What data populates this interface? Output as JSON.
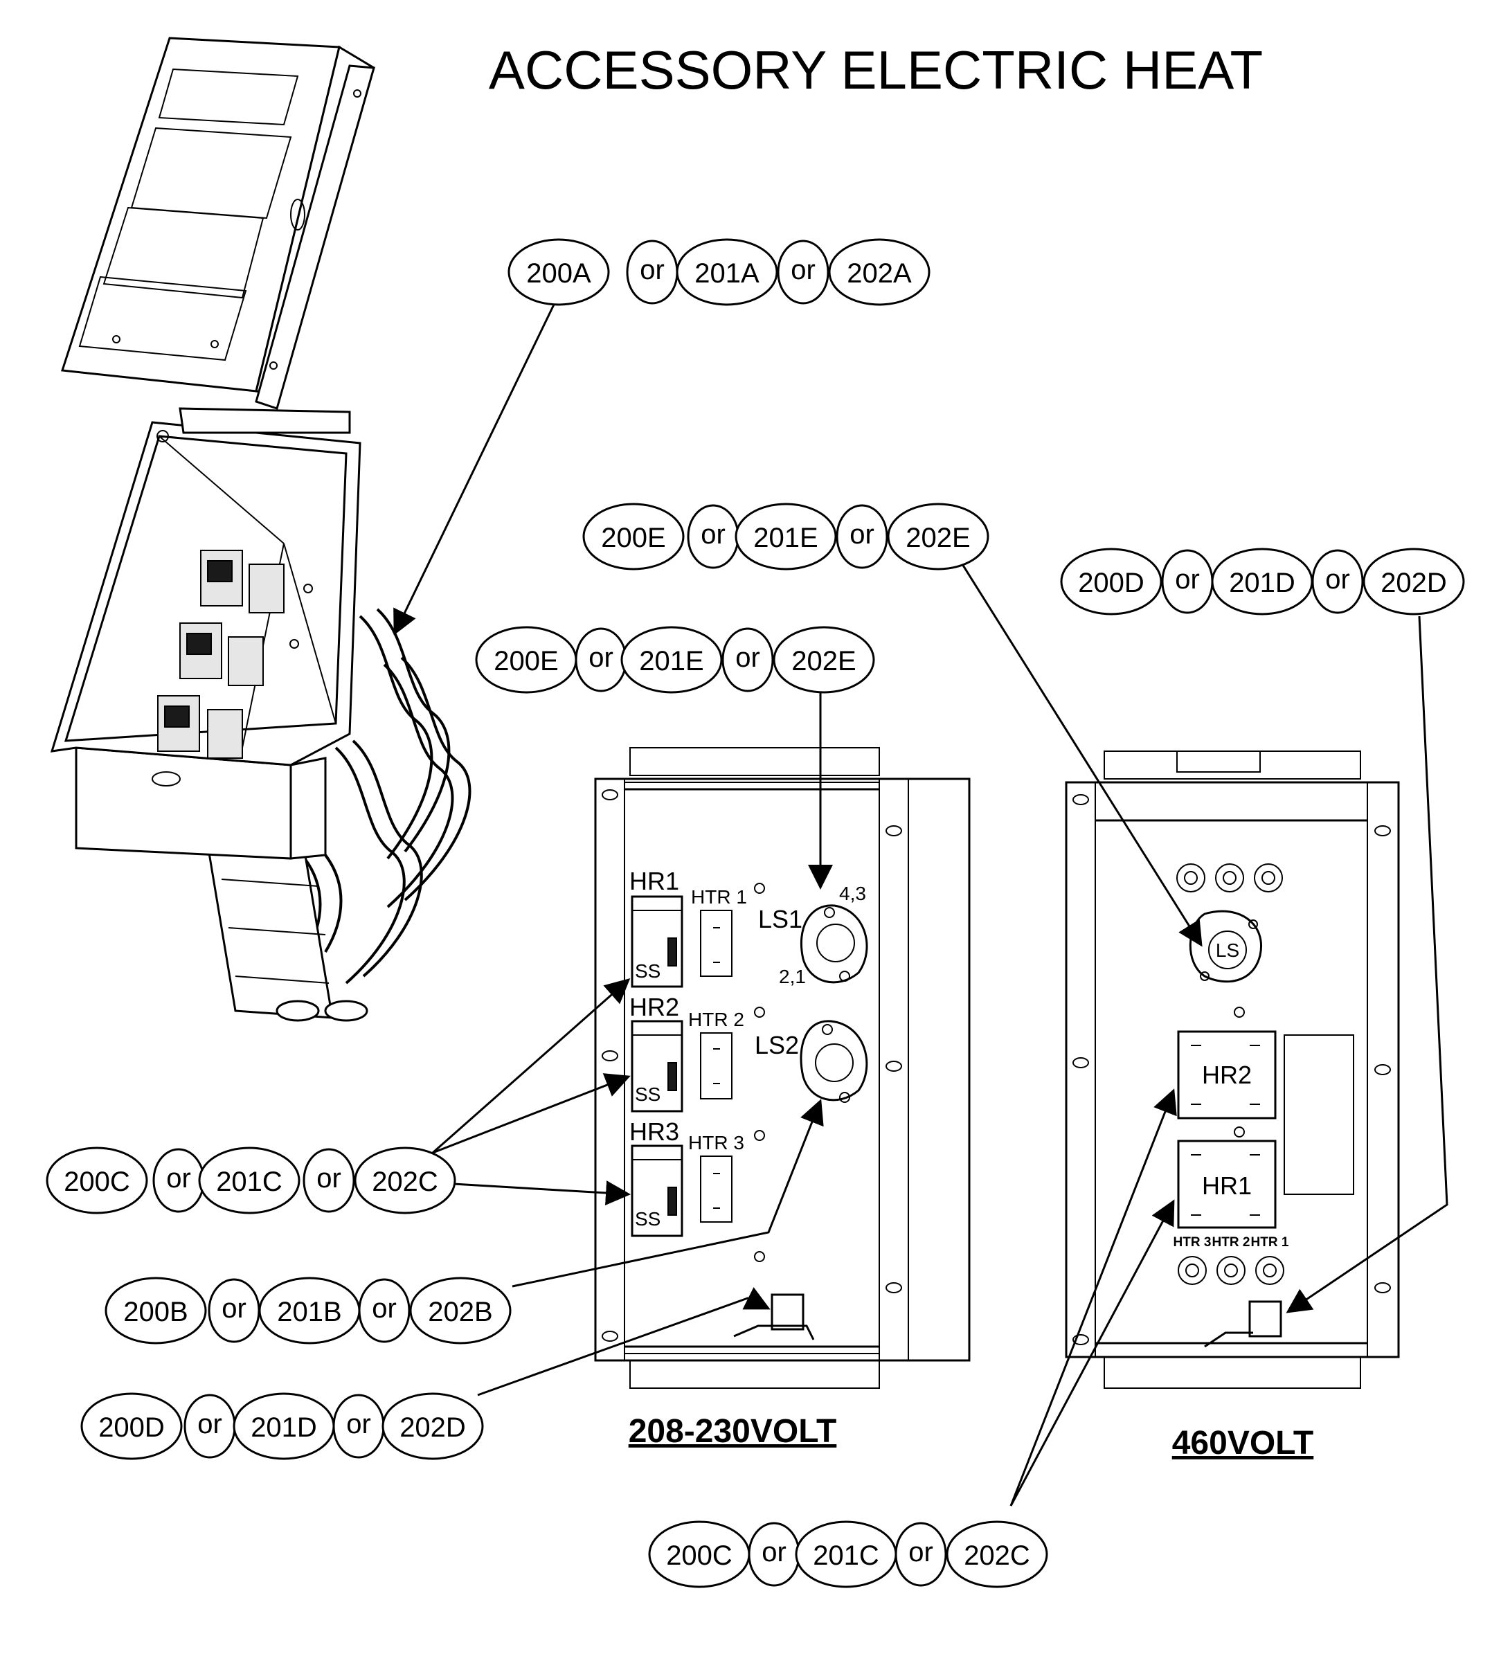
{
  "title": "ACCESSORY ELECTRIC HEAT",
  "connector": "or",
  "callouts": {
    "a_top": [
      "200A",
      "201A",
      "202A"
    ],
    "e_upper": [
      "200E",
      "201E",
      "202E"
    ],
    "e_lower": [
      "200E",
      "201E",
      "202E"
    ],
    "d_right": [
      "200D",
      "201D",
      "202D"
    ],
    "c_left": [
      "200C",
      "201C",
      "202C"
    ],
    "b_left": [
      "200B",
      "201B",
      "202B"
    ],
    "d_left": [
      "200D",
      "201D",
      "202D"
    ],
    "c_bottom": [
      "200C",
      "201C",
      "202C"
    ]
  },
  "panel_208": {
    "caption": "208-230VOLT",
    "relays": [
      "HR1",
      "HR2",
      "HR3"
    ],
    "heaters": [
      "HTR 1",
      "HTR 2",
      "HTR 3"
    ],
    "limit_switches": [
      "LS1",
      "LS2"
    ],
    "terminal_top": "4,3",
    "terminal_bottom": "2,1"
  },
  "panel_460": {
    "caption": "460VOLT",
    "limit_switch": "LS",
    "relays": [
      "HR2",
      "HR1"
    ],
    "heaters": [
      "HTR 3",
      "HTR 2",
      "HTR 1"
    ]
  }
}
